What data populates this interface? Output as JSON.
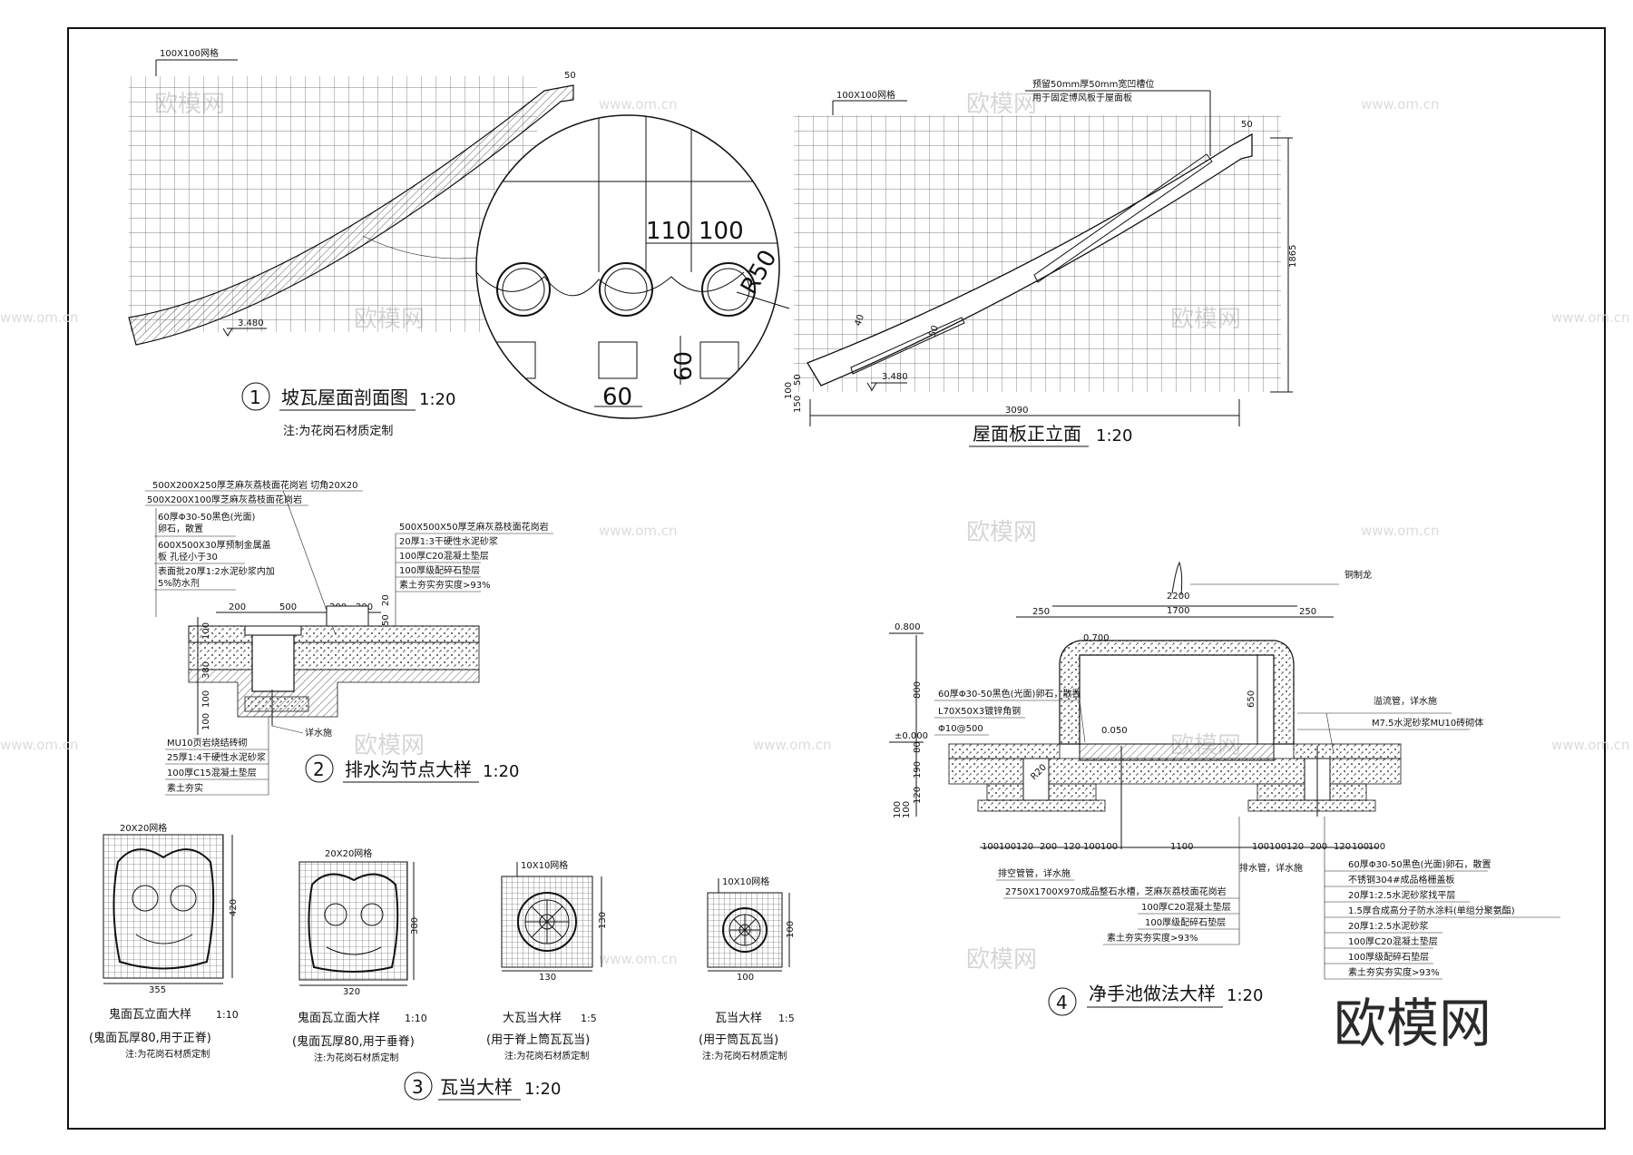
{
  "watermarks": {
    "site": "www.om.cn",
    "brand": "欧模网",
    "logo": "欧模网"
  },
  "detail1": {
    "grid_label": "100X100网格",
    "level": "3.480",
    "dim_50": "50",
    "number": "1",
    "title": "坡瓦屋面剖面图",
    "scale": "1:20",
    "note": "注:为花岗石材质定制",
    "zoom_dims": {
      "d110": "110",
      "d100": "100",
      "r50": "R50",
      "d60v": "60",
      "d60h": "60"
    }
  },
  "detail_roof_board": {
    "grid_label": "100X100网格",
    "callout_line1": "预留50mm厚50mm宽凹槽位",
    "callout_line2": "用于固定博风板于屋面板",
    "dim_50": "50",
    "height": "1865",
    "width": "3090",
    "level": "3.480",
    "left_dims": [
      "50",
      "100",
      "150"
    ],
    "slope_tags": [
      "40",
      "50"
    ],
    "title": "屋面板正立面",
    "scale": "1:20"
  },
  "detail2": {
    "labels_top": [
      "500X200X250厚芝麻灰荔枝面花岗岩 切角20X20",
      "500X200X100厚芝麻灰荔枝面花岗岩",
      "60厚Φ30-50黑色(光面)",
      "卵石，散置",
      "600X500X30厚预制金属盖",
      "板 孔径小于30",
      "表面批20厚1:2水泥砂浆内加",
      "5%防水剂"
    ],
    "labels_right": [
      "500X500X50厚芝麻灰荔枝面花岗岩",
      "20厚1:3干硬性水泥砂浆",
      "100厚C20混凝土垫层",
      "100厚级配碎石垫层",
      "素土夯实夯实度>93%"
    ],
    "dims_top": [
      "200",
      "500",
      "200",
      "200"
    ],
    "dims_right": [
      "20",
      "50"
    ],
    "dims_left": [
      "100",
      "380",
      "100",
      "100"
    ],
    "drain_label": "详水施",
    "labels_bottom": [
      "MU10页岩烧结砖砌",
      "25厚1:4干硬性水泥砂浆",
      "100厚C15混凝土垫层",
      "素土夯实"
    ],
    "number": "2",
    "title": "排水沟节点大样",
    "scale": "1:20"
  },
  "detail3": {
    "tiles": [
      {
        "grid": "20X20网格",
        "w": "355",
        "h": "420",
        "title": "鬼面瓦立面大样",
        "scale": "1:10",
        "sub": "(鬼面瓦厚80,用于正脊)",
        "note": "注:为花岗石材质定制"
      },
      {
        "grid": "20X20网格",
        "w": "320",
        "h": "380",
        "title": "鬼面瓦立面大样",
        "scale": "1:10",
        "sub": "(鬼面瓦厚80,用于垂脊)",
        "note": "注:为花岗石材质定制"
      },
      {
        "grid": "10X10网格",
        "w": "130",
        "h": "130",
        "title": "大瓦当大样",
        "scale": "1:5",
        "sub": "(用于脊上筒瓦瓦当)",
        "note": "注:为花岗石材质定制"
      },
      {
        "grid": "10X10网格",
        "w": "100",
        "h": "100",
        "title": "瓦当大样",
        "scale": "1:5",
        "sub": "(用于筒瓦瓦当)",
        "note": "注:为花岗石材质定制"
      }
    ],
    "number": "3",
    "title": "瓦当大样",
    "scale": "1:20"
  },
  "detail4": {
    "top_label": "铜制龙",
    "dim_total": "2200",
    "dim_inner": "1700",
    "dim_side_l": "250",
    "dim_side_r": "250",
    "level_top": "0.800",
    "level_rim": "0.700",
    "level_zero": "±0.000",
    "level_inner": "0.050",
    "height_inner": "650",
    "left_dims": [
      "800",
      "80",
      "190",
      "120",
      "100",
      "100"
    ],
    "radius": "R20",
    "labels_left": [
      "60厚Φ30-50黑色(光面)卵石，散置",
      "L70X50X3镀锌角钢",
      "Φ10@500"
    ],
    "labels_right_top": [
      "溢流管，详水施",
      "M7.5水泥砂浆MU10砖砌体"
    ],
    "bottom_dims": [
      "100",
      "100",
      "120",
      "200",
      "120",
      "100",
      "100",
      "1100",
      "100",
      "100",
      "120",
      "200",
      "120",
      "100",
      "100"
    ],
    "labels_bottom_left": [
      "排空管管，详水施",
      "2750X1700X970成品整石水槽，芝麻灰荔枝面花岗岩",
      "100厚C20混凝土垫层",
      "100厚级配碎石垫层",
      "素土夯实夯实度>93%"
    ],
    "drain_pipe": "排水管，详水施",
    "labels_bottom_right": [
      "60厚Φ30-50黑色(光面)卵石，散置",
      "不锈钢304#成品格栅盖板",
      "20厚1:2.5水泥砂浆找平层",
      "1.5厚合成高分子防水涂料(单组分聚氨酯)",
      "20厚1:2.5水泥砂浆",
      "100厚C20混凝土垫层",
      "100厚级配碎石垫层",
      "素土夯实夯实度>93%"
    ],
    "number": "4",
    "title": "净手池做法大样",
    "scale": "1:20"
  }
}
